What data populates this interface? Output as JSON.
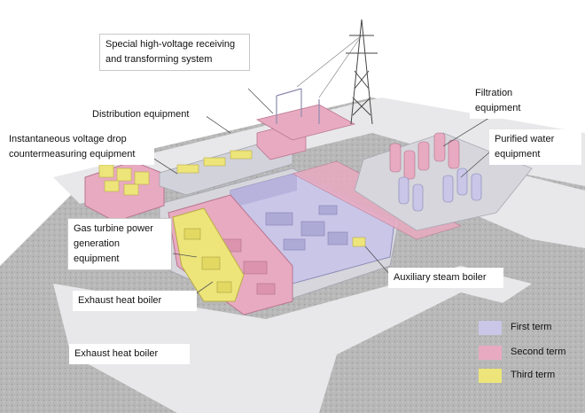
{
  "labels": {
    "special_high_voltage": "Special high-voltage receiving and transforming system",
    "distribution": "Distribution equipment",
    "instant_voltage_drop": "Instantaneous voltage drop countermeasuring equipment",
    "filtration": "Filtration equipment",
    "purified_water": "Purified water equipment",
    "gas_turbine": "Gas turbine power generation equipment",
    "exhaust_heat_boiler_1": "Exhaust heat boiler",
    "auxiliary_steam_boiler": "Auxiliary steam boiler",
    "exhaust_heat_boiler_2": "Exhaust heat boiler"
  },
  "legend": [
    {
      "label": "First term",
      "color": "#c9c6e8"
    },
    {
      "label": "Second term",
      "color": "#e8aac0"
    },
    {
      "label": "Third term",
      "color": "#ede57a"
    }
  ],
  "colors": {
    "ground": "#b9b9b9",
    "pavement": "#e9e9ea",
    "building_base": "#d8d8de",
    "first_term": "#c9c6e8",
    "second_term": "#e8aac0",
    "third_term": "#ede57a"
  }
}
